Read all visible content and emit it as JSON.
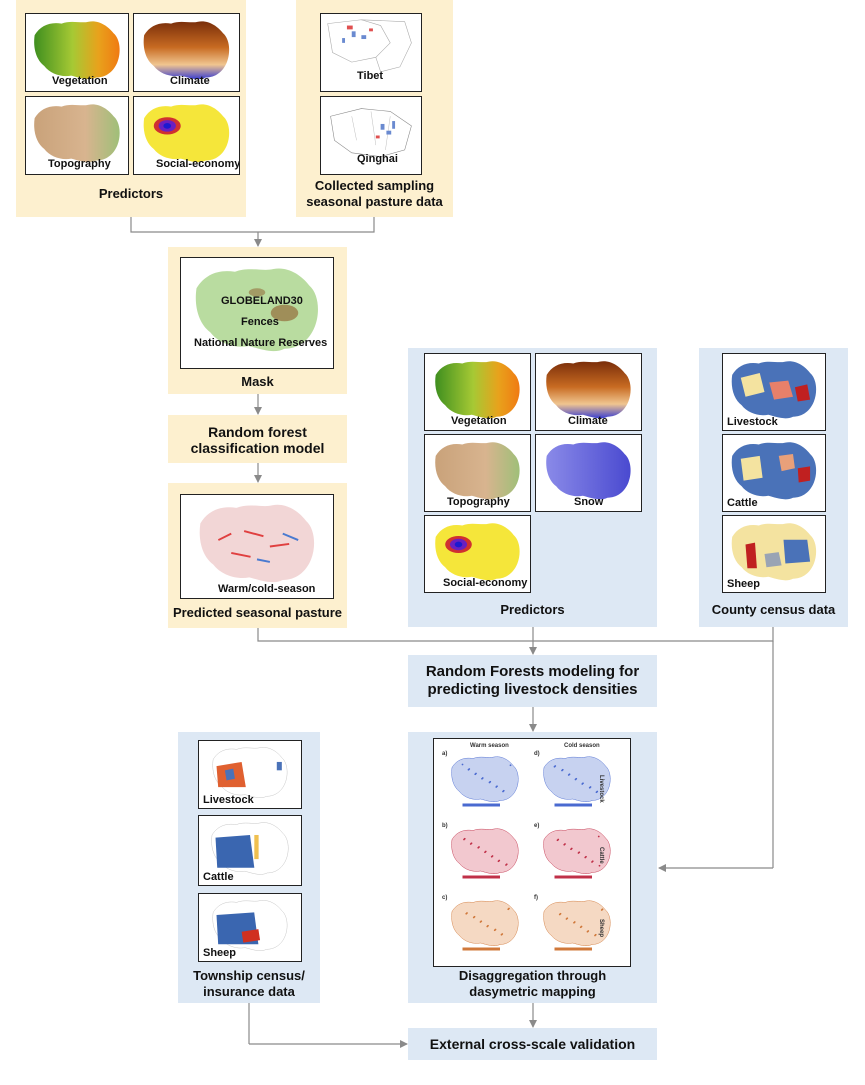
{
  "predictors_top": {
    "caption": "Predictors",
    "maps": [
      "Vegetation",
      "Climate",
      "Topography",
      "Social-economy"
    ]
  },
  "sampling": {
    "caption_line1": "Collected sampling",
    "caption_line2": "seasonal pasture data",
    "maps": [
      "Tibet",
      "Qinghai"
    ]
  },
  "mask": {
    "caption": "Mask",
    "layers": [
      "GLOBELAND30",
      "Fences",
      "National Nature Reserves"
    ]
  },
  "rf_classification": {
    "line1": "Random forest",
    "line2": "classification model"
  },
  "predicted_pasture": {
    "map_label": "Warm/cold-season",
    "caption": "Predicted seasonal pasture"
  },
  "predictors_mid": {
    "caption": "Predictors",
    "maps": [
      "Vegetation",
      "Climate",
      "Topography",
      "Snow",
      "Social-economy"
    ]
  },
  "county": {
    "caption": "County census data",
    "maps": [
      "Livestock",
      "Cattle",
      "Sheep"
    ]
  },
  "rf_modeling": {
    "line1": "Random Forests modeling for",
    "line2": "predicting livestock densities"
  },
  "township": {
    "caption_line1": "Township  census/",
    "caption_line2": "insurance data",
    "maps": [
      "Livestock",
      "Cattle",
      "Sheep"
    ]
  },
  "disaggregation": {
    "caption_line1": "Disaggregation through",
    "caption_line2": "dasymetric mapping",
    "col_titles": [
      "Warm season",
      "Cold season"
    ],
    "row_titles": [
      "Livestock",
      "Cattle",
      "Sheep"
    ],
    "panel_letters": [
      "a)",
      "d)",
      "b)",
      "e)",
      "c)",
      "f)"
    ]
  },
  "validation": {
    "caption": "External cross-scale validation"
  },
  "colors": {
    "cream_box": "#fdf0cf",
    "blue_box": "#dde8f4",
    "arrow": "#8a8a8a"
  }
}
